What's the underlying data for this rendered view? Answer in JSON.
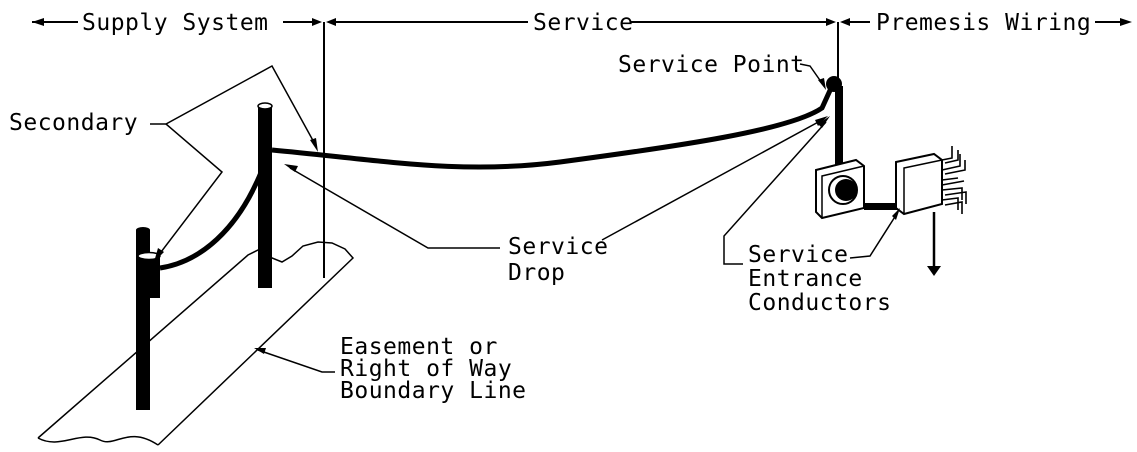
{
  "header": {
    "supply_system": "Supply System",
    "service": "Service",
    "premises_wiring": "Premesis Wiring"
  },
  "labels": {
    "service_point": "Service Point",
    "secondary": "Secondary",
    "service_drop": [
      "Service",
      "Drop"
    ],
    "service_entrance_conductors": [
      "Service",
      "Entrance",
      "Conductors"
    ],
    "easement": [
      "Easement or",
      "Right of Way",
      "Boundary Line"
    ]
  },
  "colors": {
    "ink": "#000000",
    "background": "#ffffff"
  }
}
